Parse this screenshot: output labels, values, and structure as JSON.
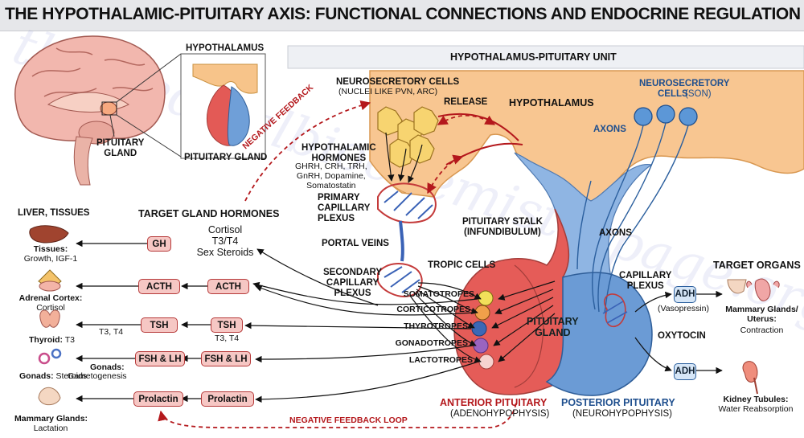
{
  "title": "THE HYPOTHALAMIC-PITUITARY AXIS: FUNCTIONAL CONNECTIONS AND ENDOCRINE REGULATION",
  "watermark": "themedicalbiochemistrypage.org",
  "inset": {
    "hypothalamus": "HYPOTHALAMUS",
    "pituitary_gland": "PITUITARY GLAND",
    "brain_pituitary": "PITUITARY\nGLAND"
  },
  "unit": {
    "header": "HYPOTHALAMUS-PITUITARY UNIT",
    "neurosecretory_cells": "NEUROSECRETORY CELLS",
    "nuclei": "(NUCLEI LIKE PVN, ARC)",
    "release": "RELEASE",
    "hypothalamus": "HYPOTHALAMUS",
    "neurosecretory_cells_son_1": "NEUROSECRETORY",
    "neurosecretory_cells_son_2": "CELLS",
    "son": "(SON)",
    "axons_top": "AXONS",
    "negative_feedback": "NEGATIVE FEEDBACK",
    "hypothalamic_hormones": "HYPOTHALAMIC\nHORMONES",
    "hormone_list": "GHRH, CRH, TRH,\nGnRH, Dopamine,\nSomatostatin",
    "primary_plexus": "PRIMARY\nCAPILLARY\nPLEXUS",
    "portal_veins": "PORTAL VEINS",
    "secondary_plexus": "SECONDARY\nCAPILLARY\nPLEXUS",
    "pituitary_stalk": "PITUITARY STALK\n(INFUNDIBULUM)",
    "axons_mid": "AXONS",
    "tropic_cells": "TROPIC CELLS",
    "cells": [
      "SOMATOTROPES",
      "CORTICOTROPES",
      "THYROTROPES",
      "GONADOTROPES",
      "LACTOTROPES"
    ],
    "pituitary_gland": "PITUITARY\nGLAND",
    "capillary_plexus": "CAPILLARY\nPLEXUS",
    "oxytocin": "OXYTOCIN",
    "anterior": "ANTERIOR PITUITARY",
    "adeno": "(ADENOHYPOPHYSIS)",
    "posterior": "POSTERIOR PITUITARY",
    "neuro": "(NEUROHYPOPHYSIS)",
    "negative_feedback_loop": "NEGATIVE FEEDBACK LOOP"
  },
  "left": {
    "liver_header": "LIVER, TISSUES",
    "target_gland_header": "TARGET GLAND HORMONES",
    "cortisol": "Cortisol",
    "t3t4": "T3/T4",
    "sex_steroids": "Sex Steroids",
    "gh": "GH",
    "acth": "ACTH",
    "tsh": "TSH",
    "fsh_lh": "FSH & LH",
    "prolactin": "Prolactin",
    "tissues_b": "Tissues:",
    "tissues_t": "Growth, IGF-1",
    "adrenal_b": "Adrenal Cortex:",
    "adrenal_t": "Cortisol",
    "thyroid_b": "Thyroid:",
    "thyroid_t": "T3",
    "t3_t4_small": "T3, T4",
    "gonads_b": "Gonads:",
    "gonads_t": "Steroids",
    "gonads2_b": "Gonads:",
    "gonads2_t": "Gametogenesis",
    "mammary_b": "Mammary Glands:",
    "mammary_t": "Lactation"
  },
  "right": {
    "target_organs": "TARGET ORGANS",
    "adh": "ADH",
    "vasopressin": "(Vasopressin)",
    "mammary_b": "Mammary Glands/\nUterus:",
    "mammary_t": "Contraction",
    "kidney_b": "Kidney Tubules:",
    "kidney_t": "Water Reabsorption"
  },
  "colors": {
    "anterior": "#e35a56",
    "posterior": "#5e8fcd",
    "hypothalamus": "#f7c48a",
    "feedback": "#b4181c"
  }
}
